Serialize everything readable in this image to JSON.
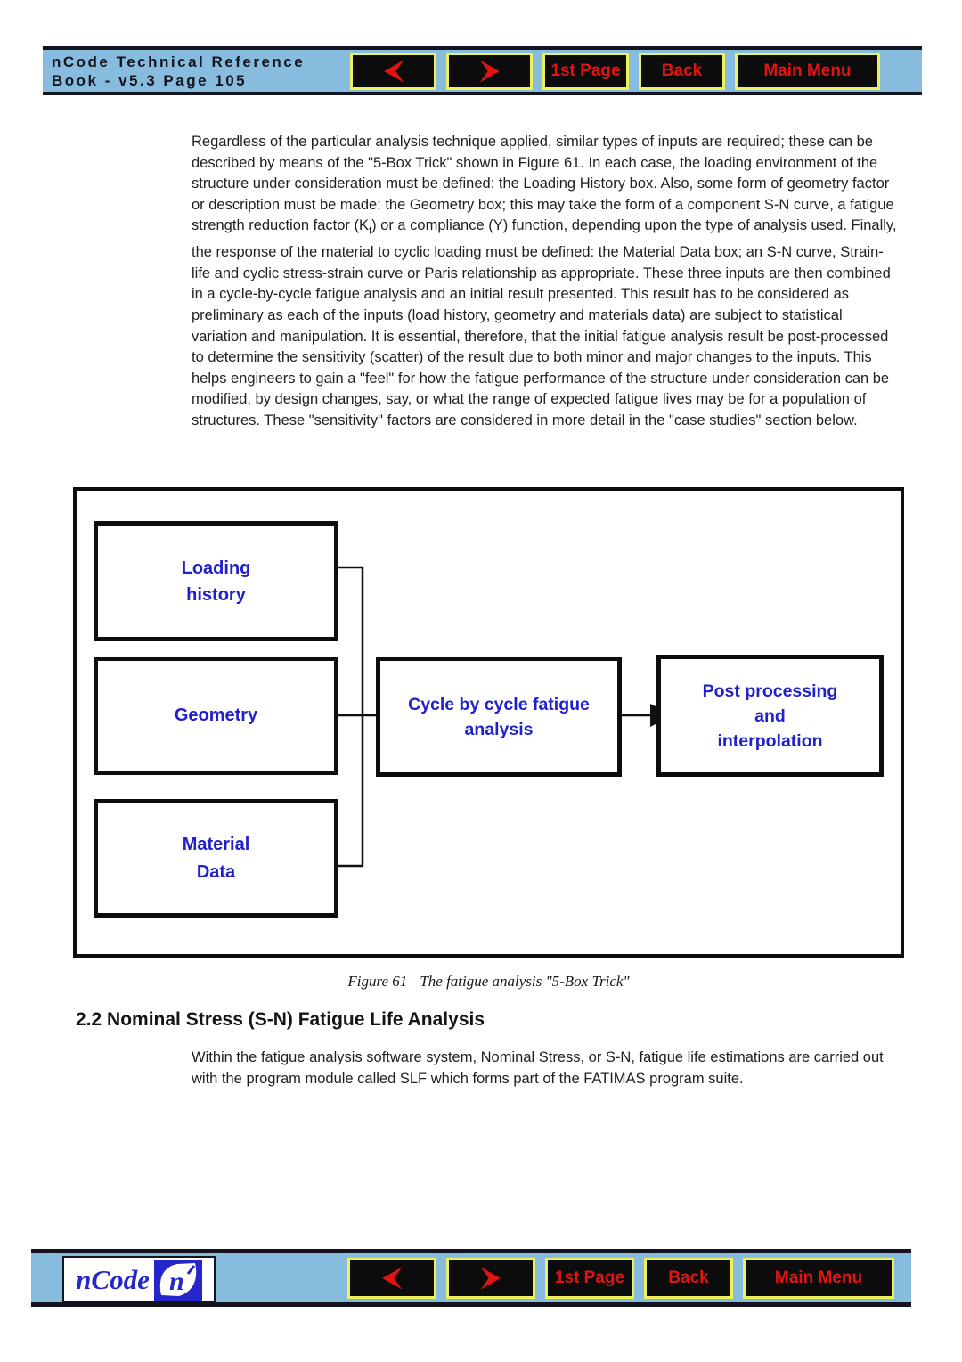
{
  "colors": {
    "bar_blue": "#87bcdf",
    "bar_border": "#14141e",
    "button_bg": "#0c0c0c",
    "button_border_yellow": "#edf15c",
    "button_text_red": "#e11414",
    "figure_text_blue": "#2020cc",
    "logo_blue": "#2626cc"
  },
  "header": {
    "title_line1": "nCode Technical Reference",
    "title_line2": "Book - v5.3 Page 105"
  },
  "nav": {
    "first_page": "1st Page",
    "back": "Back",
    "main_menu": "Main Menu"
  },
  "content": {
    "para1_part1": "Regardless of the particular analysis technique applied, similar types of inputs are required; these can be described by means of the \"5-Box Trick\" shown in Figure 61. In each case, the loading environment of the structure under consideration must be defined: the Loading History box. Also, some form of geometry factor or description must be made: the Geometry box; this may take the form of a component S-N curve, a fatigue strength reduction factor (K",
    "para1_sub": "f",
    "para1_part2": ") or a compliance (Y) function, depending upon the type of analysis used. Finally, the response of the material to cyclic loading must be defined: the Material Data box; an S-N curve, Strain-life and cyclic stress-strain curve or Paris relationship as appropriate. These three inputs are then combined in a cycle-by-cycle fatigue analysis and an initial result presented. This result has to be considered as preliminary as each of the inputs (load history, geometry and materials data) are subject to statistical variation and manipulation. It is essential, therefore, that the initial fatigue analysis result be post-processed to determine the sensitivity (scatter) of the result due to both minor and major changes to the inputs. This helps engineers to gain a \"feel\" for how the fatigue performance of the structure under consideration can be modified, by design changes, say, or what the range of expected fatigue lives may be for a population of structures. These \"sensitivity\" factors are considered in more detail in the \"case studies\" section below.",
    "section_heading": "2.2 Nominal Stress (S-N) Fatigue Life Analysis",
    "para2": "Within the fatigue analysis software system, Nominal Stress, or S-N, fatigue life estimations are carried out with the program module called SLF which forms part of the FATIMAS program suite."
  },
  "figure": {
    "caption_label": "Figure 61",
    "caption_text": "The fatigue analysis \"5-Box Trick\"",
    "boxes": {
      "loading": {
        "line1": "Loading",
        "line2": "history"
      },
      "geometry": {
        "line1": "Geometry"
      },
      "material": {
        "line1": "Material",
        "line2": "Data"
      },
      "cycle": {
        "line1": "Cycle by cycle fatigue",
        "line2": "analysis"
      },
      "post": {
        "line1": "Post processing",
        "line2": "and",
        "line3": "interpolation"
      }
    }
  },
  "footer": {
    "logo_text": "nCode",
    "logo_mark": "n"
  }
}
